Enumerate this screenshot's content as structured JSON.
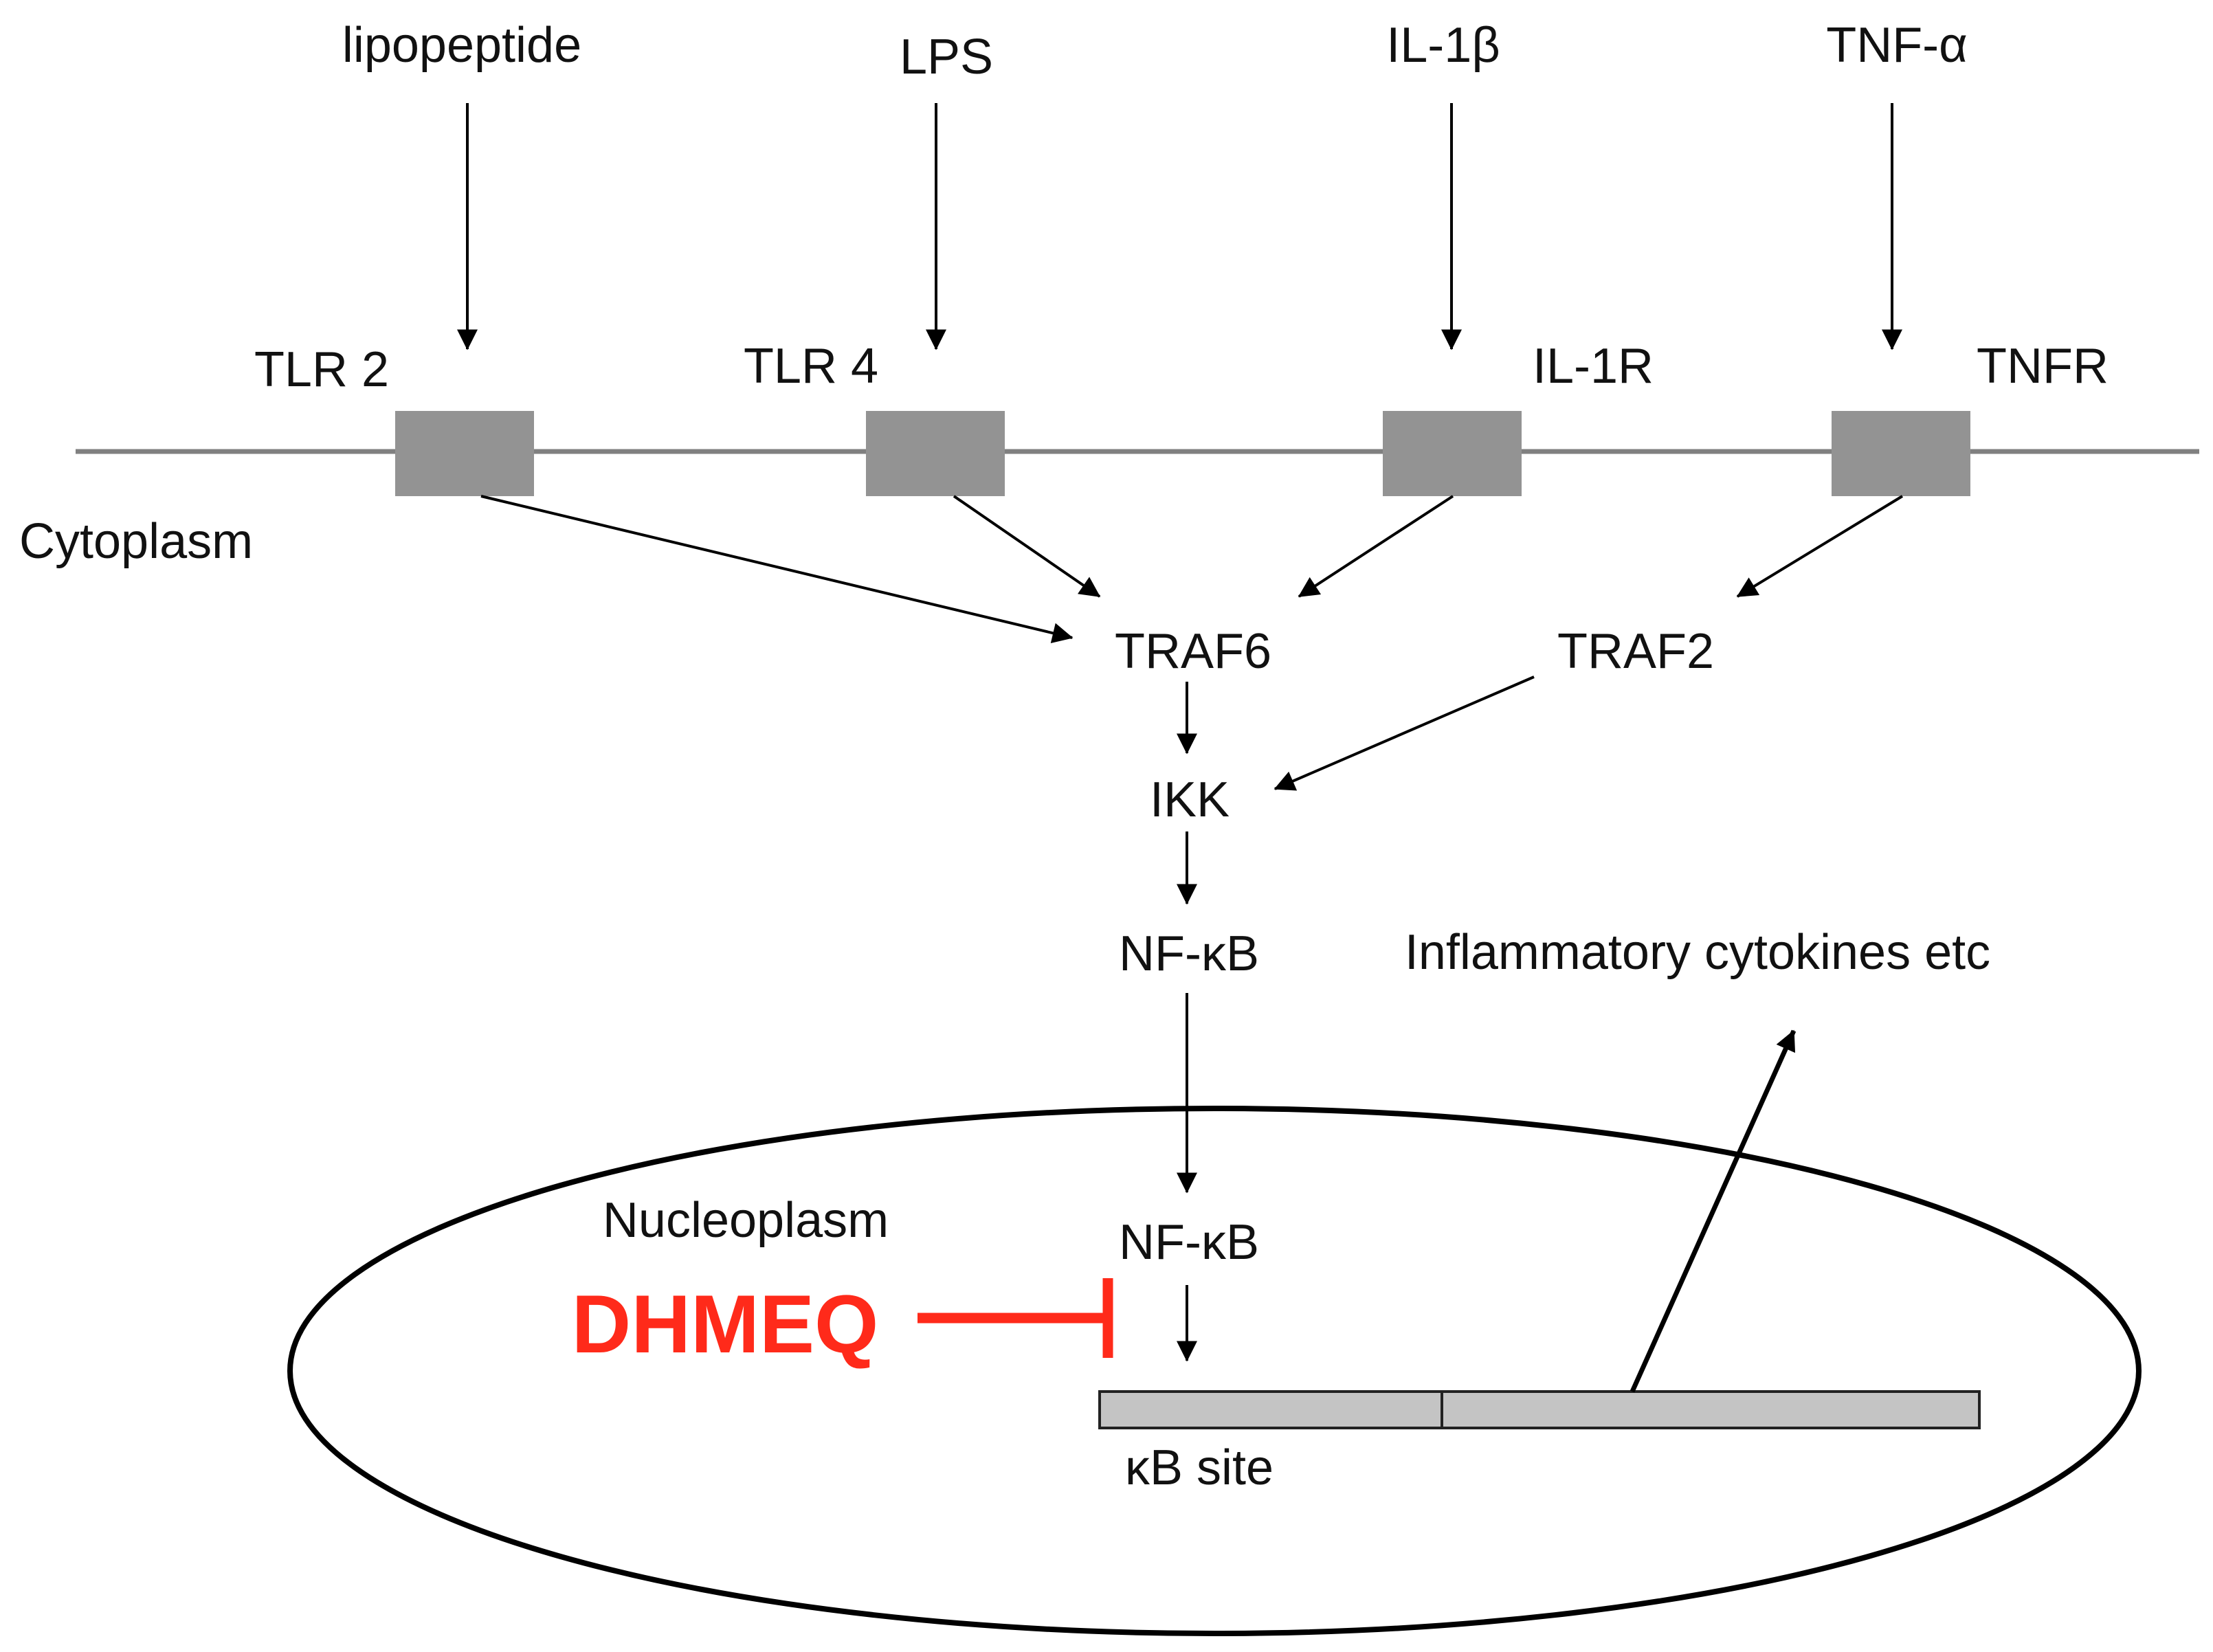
{
  "ligands": {
    "lipopeptide": "lipopeptide",
    "lps": "LPS",
    "il1b": "IL-1β",
    "tnfa": "TNF-α"
  },
  "receptors": {
    "tlr2": "TLR 2",
    "tlr4": "TLR 4",
    "il1r": "IL-1R",
    "tnfr": "TNFR"
  },
  "compartments": {
    "cytoplasm": "Cytoplasm",
    "nucleoplasm": "Nucleoplasm"
  },
  "adaptors": {
    "traf6": "TRAF6",
    "traf2": "TRAF2"
  },
  "kinase": "IKK",
  "transcription_factor": {
    "cytoplasmic": "NF-κB",
    "nuclear": "NF-κB"
  },
  "output": "Inflammatory cytokines etc",
  "inhibitor": {
    "label": "DHMEQ",
    "color": "#ff2a1a"
  },
  "dna": {
    "site_label": "κB site"
  },
  "colors": {
    "membrane": "#808080",
    "receptor": "#939393",
    "dna": "#c4c4c4",
    "lines": "#000000"
  }
}
